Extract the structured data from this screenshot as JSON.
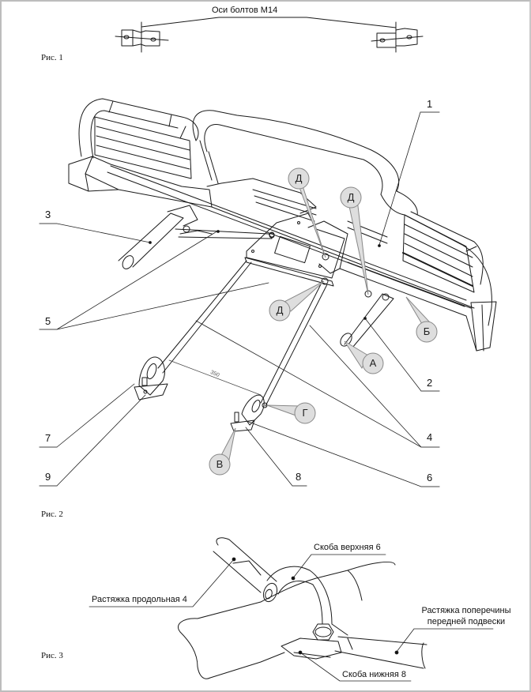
{
  "figures": {
    "fig1": {
      "label": "Рис. 1",
      "top_caption": "Оси болтов М14"
    },
    "fig2": {
      "label": "Рис. 2",
      "dimension": "350",
      "part_callouts": [
        "1",
        "2",
        "3",
        "4",
        "5",
        "6",
        "7",
        "8",
        "9"
      ],
      "letter_callouts": [
        "Д",
        "Д",
        "Д",
        "Б",
        "А",
        "Г",
        "В"
      ]
    },
    "fig3": {
      "label": "Рис. 3",
      "captions": {
        "longitudinal_brace": "Растяжка продольная 4",
        "upper_bracket": "Скоба верхняя 6",
        "crossmember_brace_line1": "Растяжка поперечины",
        "crossmember_brace_line2": "передней подвески",
        "lower_bracket": "Скоба нижняя 8"
      }
    }
  },
  "colors": {
    "line": "#1a1a1a",
    "callout_fill": "#dedede",
    "callout_stroke": "#888888",
    "frame": "#bdbdbd"
  }
}
